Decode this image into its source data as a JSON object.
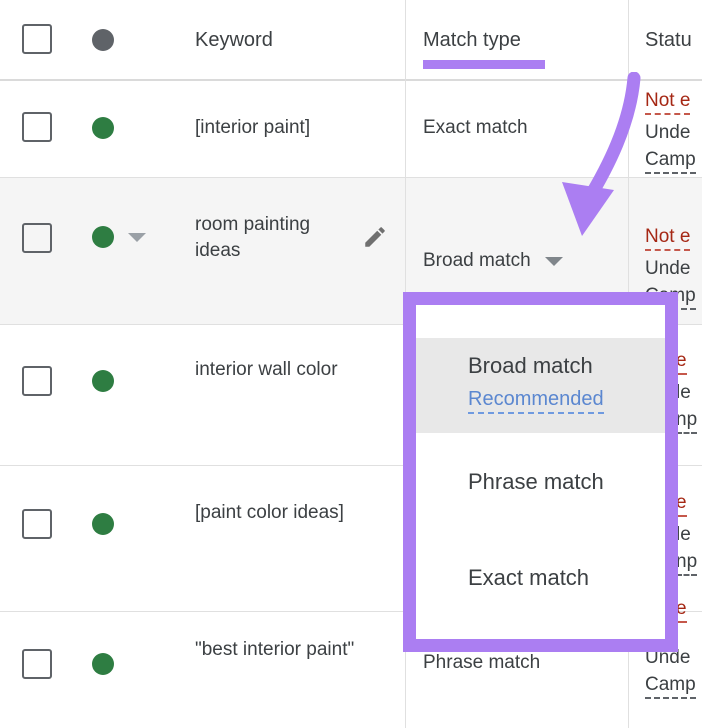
{
  "table": {
    "columns": [
      {
        "id": "checkbox",
        "label": ""
      },
      {
        "id": "status_dot",
        "label": ""
      },
      {
        "id": "keyword",
        "label": "Keyword"
      },
      {
        "id": "match_type",
        "label": "Match type"
      },
      {
        "id": "status",
        "label": "Statu"
      }
    ],
    "header": {
      "keyword_label": "Keyword",
      "match_type_label": "Match type",
      "status_label": "Statu",
      "select_all_checkbox": "unchecked",
      "status_dot_icon": "grey-circle-icon"
    },
    "rows": [
      {
        "checkbox": "unchecked",
        "dot": "green",
        "keyword": "[interior paint]",
        "match_type": "Exact match",
        "status_line1": "Not e",
        "status_line2": "Unde",
        "status_line3": "Camp",
        "has_caret": false,
        "has_pencil": false,
        "selected": false
      },
      {
        "checkbox": "unchecked",
        "dot": "green",
        "keyword": "room painting ideas",
        "match_type": "Broad match",
        "status_line1": "Not e",
        "status_line2": "Unde",
        "status_line3": "Camp",
        "has_caret": true,
        "has_pencil": true,
        "selected": true
      },
      {
        "checkbox": "unchecked",
        "dot": "green",
        "keyword": "interior wall color",
        "match_type": "",
        "status_line1": "e",
        "status_line2": "le",
        "status_line3": "np",
        "has_caret": false,
        "has_pencil": false,
        "selected": false
      },
      {
        "checkbox": "unchecked",
        "dot": "green",
        "keyword": "[paint color ideas]",
        "match_type": "",
        "status_line1": "e",
        "status_line2": "le",
        "status_line3": "np",
        "has_caret": false,
        "has_pencil": false,
        "selected": false
      },
      {
        "checkbox": "unchecked",
        "dot": "green",
        "keyword": "\"best interior paint\"",
        "match_type": "Phrase match",
        "status_line1": "e",
        "status_line2": "Unde",
        "status_line3": "Camp",
        "has_caret": false,
        "has_pencil": false,
        "selected": false
      }
    ]
  },
  "dropdown": {
    "open": true,
    "items": [
      {
        "label": "Broad match",
        "sublabel": "Recommended",
        "selected": true
      },
      {
        "label": "Phrase match",
        "sublabel": "",
        "selected": false
      },
      {
        "label": "Exact match",
        "sublabel": "",
        "selected": false
      }
    ]
  },
  "annotations": {
    "arrow": "curved-down-arrow",
    "callout_box": "match-type-dropdown-highlight",
    "highlight_color": "#ab7ef2",
    "recommended_color": "#5b87d0",
    "status_alert_color": "#a52714",
    "dot_green": "#2e7d42",
    "dot_grey": "#5f6368"
  }
}
